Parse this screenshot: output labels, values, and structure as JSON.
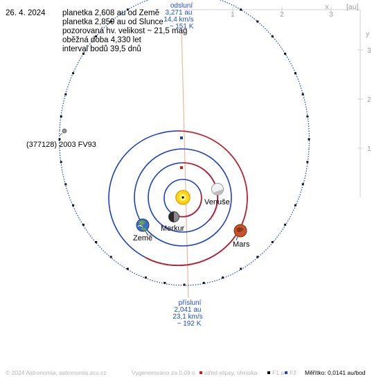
{
  "date": "26. 4. 2024",
  "info_lines": [
    "planetka 2,608 au od Země",
    "planetka 2,859 au od Slunce",
    "pozorovaná hv. velikost ~ 21,5 mag",
    "oběžná doba 4,330 let",
    "interval bodů 39,5 dnů"
  ],
  "asteroid_name": "(377128) 2003 FV93",
  "aphelion": {
    "title": "odsluní",
    "distance": "3,271 au",
    "speed": "14,4 km/s",
    "temp": "~ 151 K"
  },
  "perihelion": {
    "title": "přísluní",
    "distance": "2,041 au",
    "speed": "23,1 km/s",
    "temp": "~ 192 K"
  },
  "planets": {
    "venus": "Venuše",
    "mercury": "Merkur",
    "earth": "Země",
    "mars": "Mars"
  },
  "axes": {
    "x_label": "x",
    "y_label": "y",
    "unit_label": "[au]",
    "x_ticks": [
      "1",
      "2",
      "3"
    ],
    "y_ticks": [
      "3",
      "2",
      "1"
    ]
  },
  "footer": {
    "copyright": "© 2024 Astronomia, astronomia.zcu.cz",
    "generated": "Vygenerováno za 0,09 s",
    "legend_center": "střed elipsy, ohniska",
    "legend_f1": "F1 a",
    "legend_f2": "F2",
    "scale": "Měřítko: 0,0141 au/bod"
  },
  "colors": {
    "orbit_above": "#1a3fc8",
    "orbit_below": "#cc1a1a",
    "apsis_line": "#e8b99a",
    "axis": "#c8c8c8",
    "label_blue": "#1f4fd0"
  }
}
